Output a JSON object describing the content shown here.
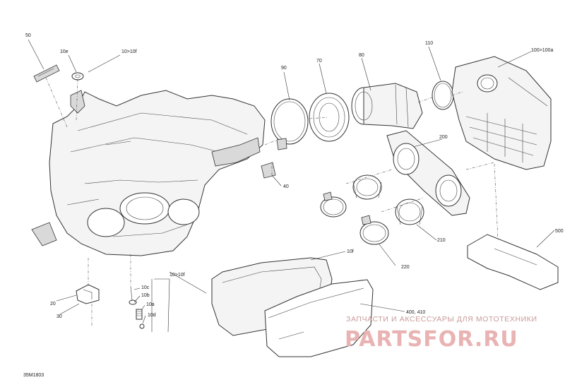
{
  "diagram_id": "35M1803",
  "callouts": {
    "c50": "50",
    "c10e": "10e",
    "c10to10f_top": "10>10f",
    "c90": "90",
    "c70": "70",
    "c80": "80",
    "c110": "110",
    "c100to100a": "100>100a",
    "c200": "200",
    "c40": "40",
    "c210": "210",
    "c220": "220",
    "c500": "500",
    "c10f": "10f",
    "c10to10f_bottom": "10>10f",
    "c10c": "10c",
    "c10b": "10b",
    "c10a": "10a",
    "c10d": "10d",
    "c20": "20",
    "c30": "30",
    "c400_410": "400, 410"
  },
  "watermark": {
    "tagline": "ЗАПЧАСТИ И АКСЕССУАРЫ ДЛЯ МОТОТЕХНИКИ",
    "brand": "PARTSFOR.RU"
  }
}
